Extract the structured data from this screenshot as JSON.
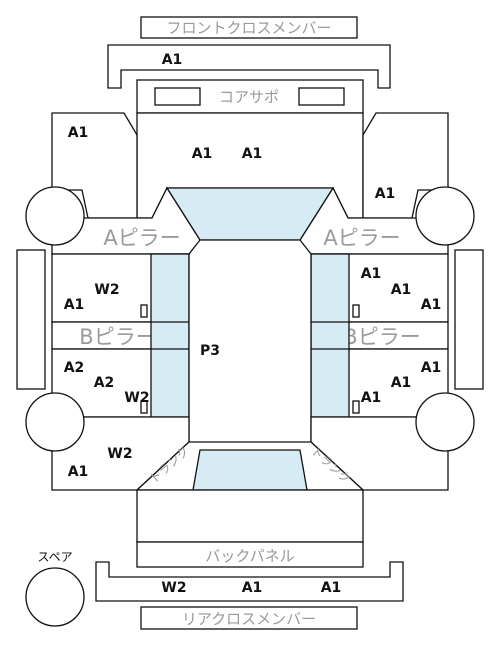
{
  "labels": {
    "front_cross_member": "フロントクロスメンバー",
    "core_support": "コアサポ",
    "a_pillar_left": "Aピラー",
    "a_pillar_right": "Aピラー",
    "b_pillar_left": "Bピラー",
    "b_pillar_right": "Bピラー",
    "back_panel": "バックパネル",
    "rear_cross_member": "リアクロスメンバー",
    "spare": "スペア",
    "trunk_left": "トランク",
    "trunk_right": "トランク"
  },
  "grades": {
    "front_member": "A1",
    "front_left_fender": "A1",
    "hood_left": "A1",
    "hood_right": "A1",
    "front_right_fender": "A1",
    "front_left_door": "A1",
    "front_left_door_window": "W2",
    "front_right_door_top": "A1",
    "front_right_door_mid": "A1",
    "front_right_door_edge": "A1",
    "roof": "P3",
    "rear_left_door_top": "A2",
    "rear_left_door_mid": "A2",
    "rear_left_door_window": "W2",
    "rear_right_door_top": "A1",
    "rear_right_door_mid": "A1",
    "rear_right_door_low": "A1",
    "rear_left_quarter_window": "W2",
    "rear_left_quarter": "A1",
    "rear_member_window": "W2",
    "rear_member_center": "A1",
    "rear_member_right": "A1"
  },
  "colors": {
    "glass": "#d6ebf3",
    "outline": "#111111",
    "label_grey": "#9a9a9a"
  }
}
